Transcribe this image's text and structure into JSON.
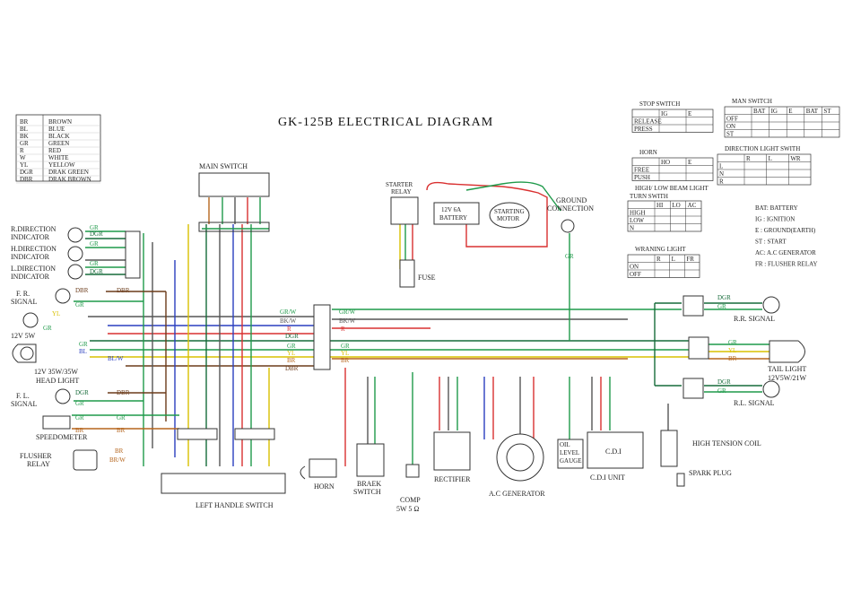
{
  "title": "GK-125B ELECTRICAL DIAGRAM",
  "legend": [
    {
      "code": "BR",
      "name": "BROWN",
      "color": "#b5651d"
    },
    {
      "code": "BL",
      "name": "BLUE",
      "color": "#2a3fbf"
    },
    {
      "code": "BK",
      "name": "BLACK",
      "color": "#555555"
    },
    {
      "code": "GR",
      "name": "GREEN",
      "color": "#1f9a4a"
    },
    {
      "code": "R",
      "name": "RED",
      "color": "#d93030"
    },
    {
      "code": "W",
      "name": "WHITE",
      "color": "#222222"
    },
    {
      "code": "YL",
      "name": "YELLOW",
      "color": "#d8c000"
    },
    {
      "code": "DGR",
      "name": "DRAK GREEN",
      "color": "#166b3a"
    },
    {
      "code": "DBR",
      "name": "DRAK BROWN",
      "color": "#6b3b1a"
    }
  ],
  "labels": {
    "main_switch": "MAIN SWITCH",
    "r_dir": "R.DIRECTION",
    "r_dir2": "INDICATOR",
    "h_dir": "H.DIRECTION",
    "h_dir2": "INDICATOR",
    "l_dir": "L.DIRECTION",
    "l_dir2": "INDICATOR",
    "fr_signal": "F. R.",
    "fr_signal2": "SIGNAL",
    "bulb_12v5w": "12V 5W",
    "head_light": "12V 35W/35W",
    "head_light2": "HEAD LIGHT",
    "fl_signal": "F. L.",
    "fl_signal2": "SIGNAL",
    "speedometer": "SPEEDOMETER",
    "flusher": "FLUSHER",
    "flusher2": "RELAY",
    "left_handle": "LEFT HANDLE SWITCH",
    "horn": "HORN",
    "brake_switch": "BRAEK",
    "brake_switch2": "SWITCH",
    "comp": "COMP",
    "comp2": "5W 5 Ω",
    "rectifier": "RECTIFIER",
    "ac_gen": "A.C GENERATOR",
    "oil_gauge": "OIL",
    "oil_gauge2": "LEVEL",
    "oil_gauge3": "GAUGE",
    "cdi": "C.D.I",
    "cdi_unit": "C.D.I UNIT",
    "high_tension": "HIGH TENSION COIL",
    "spark_plug": "SPARK PLUG",
    "starter_relay": "STARTER",
    "starter_relay2": "RELAY",
    "battery": "12V 6A",
    "battery2": "BATTERY",
    "starting_motor": "STARTING",
    "starting_motor2": "MOTOR",
    "ground_conn": "GROUND",
    "ground_conn2": "CONNECTION",
    "fuse": "FUSE",
    "rr_signal": "R.R. SIGNAL",
    "tail_light": "TAIL LIGHT",
    "tail_light2": "12V5W/21W",
    "rl_signal": "R.L. SIGNAL"
  },
  "tables": {
    "stop_switch": {
      "title": "STOP SWITCH",
      "headers": [
        "",
        "IG",
        "E"
      ],
      "rows": [
        "RELEASE",
        "PRESS"
      ]
    },
    "main_switch": {
      "title": "MAN SWITCH",
      "headers": [
        "",
        "BAT",
        "IG",
        "E",
        "BAT",
        "ST"
      ],
      "rows": [
        "OFF",
        "ON",
        "ST"
      ]
    },
    "horn": {
      "title": "HORN",
      "headers": [
        "",
        "HO",
        "E"
      ],
      "rows": [
        "FREE",
        "PUSH"
      ]
    },
    "direction": {
      "title": "DIRECTION LIGHT SWITH",
      "headers": [
        "",
        "R",
        "L",
        "WR"
      ],
      "rows": [
        "L",
        "N",
        "R"
      ]
    },
    "beam": {
      "title": "HIGH/ LOW BEAM LIGHT",
      "title2": "TURN SWITH",
      "headers": [
        "",
        "HI",
        "LO",
        "AC"
      ],
      "rows": [
        "HIGH",
        "LOW",
        "N"
      ]
    },
    "warning": {
      "title": "WRANING LIGHT",
      "headers": [
        "",
        "R",
        "L",
        "FR"
      ],
      "rows": [
        "ON",
        "OFF"
      ]
    }
  },
  "abbrev": [
    "BAT: BATTERY",
    "IG  :  IGNITION",
    "E   :  GROUND(EARTH)",
    "ST  :  START",
    "AC:  A.C GENERATOR",
    "FR  :  FLUSHER RELAY"
  ],
  "wire_labels": {
    "gr": "GR",
    "dgr": "DGR",
    "gr_w": "GR/W",
    "bk_w": "BK/W",
    "r": "R",
    "br": "BR",
    "yl": "YL",
    "dbr": "DBR",
    "bl": "BL",
    "bl_w": "BL/W",
    "br_w": "BR/W"
  }
}
